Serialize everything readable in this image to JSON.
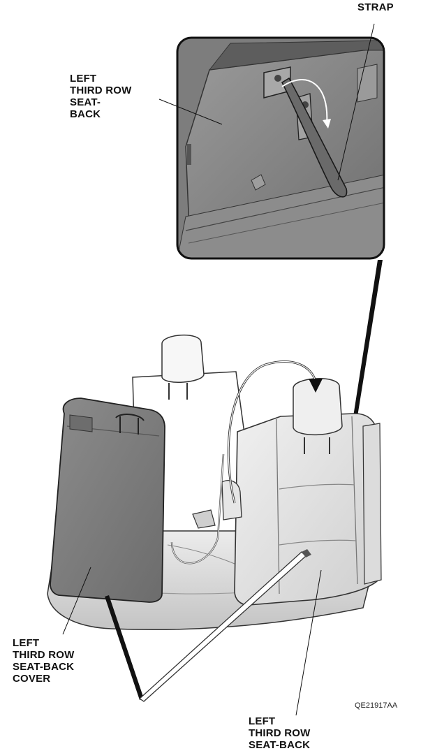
{
  "labels": {
    "strap": "STRAP",
    "seatback_top": [
      "LEFT",
      "THIRD ROW",
      "SEAT-",
      "BACK"
    ],
    "seatback_cover": [
      "LEFT",
      "THIRD ROW",
      "SEAT-BACK",
      "COVER"
    ],
    "seatback_bottom": [
      "LEFT",
      "THIRD ROW",
      "SEAT-BACK"
    ]
  },
  "figure_code": "QE21917AA",
  "colors": {
    "line": "#111111",
    "inset_fill": "#8a8a8a",
    "seatback_cover_fill": "#808080",
    "seat_light": "#e4e4e4",
    "seat_shadow": "#bdbdbd"
  }
}
